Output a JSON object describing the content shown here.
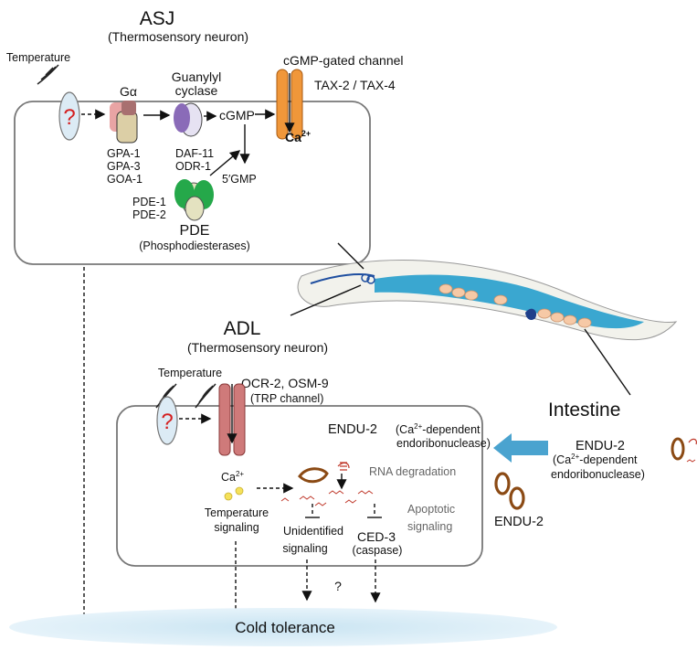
{
  "asj": {
    "title": "ASJ",
    "subtitle": "(Thermosensory neuron)",
    "temperature": "Temperature",
    "question": "?",
    "g_alpha": "Gα",
    "g_proteins": [
      "GPA-1",
      "GPA-3",
      "GOA-1"
    ],
    "guanylyl": [
      "Guanylyl",
      "cyclase"
    ],
    "gc_genes": [
      "DAF-11",
      "ODR-1"
    ],
    "cgmp": "cGMP",
    "five_gmp": "5′GMP",
    "pde_genes": [
      "PDE-1",
      "PDE-2"
    ],
    "pde_title": "PDE",
    "pde_sub": "(Phosphodiesterases)",
    "channel_title": "cGMP-gated channel",
    "channel_genes": "TAX-2 / TAX-4",
    "ca_base": "Ca",
    "ca_sup": "2+"
  },
  "adl": {
    "title": "ADL",
    "subtitle": "(Thermosensory neuron)",
    "temperature": "Temperature",
    "question": "?",
    "trp_genes": "OCR-2, OSM-9",
    "trp_sub": "(TRP channel)",
    "ca_base": "Ca",
    "ca_sup": "2+",
    "endu_name": "ENDU-2",
    "endu_desc_1": "(Ca",
    "endu_desc_sup": "2+",
    "endu_desc_2": "-dependent",
    "endu_desc_3": "endoribonuclease)",
    "rna_degradation": "RNA degradation",
    "apoptotic": [
      "Apoptotic",
      "signaling"
    ],
    "temp_signaling": [
      "Temperature",
      "signaling"
    ],
    "unidentified": [
      "Unidentified",
      "signaling"
    ],
    "ced3": "CED-3",
    "caspase": "(caspase)",
    "question_bottom": "?"
  },
  "intestine": {
    "title": "Intestine",
    "endu_name": "ENDU-2",
    "endu_desc_1": "(Ca",
    "endu_desc_sup": "2+",
    "endu_desc_2": "-dependent",
    "endu_desc_3": "endoribonuclease)",
    "secreted_label": "ENDU-2"
  },
  "outcome": {
    "label": "Cold tolerance"
  },
  "colors": {
    "g_alpha_pink": "#e8a4a4",
    "g_alpha_beige": "#dccfa6",
    "gc_purple": "#8a6bb8",
    "gc_light": "#e6e2f2",
    "channel_orange": "#f0973a",
    "pde_green": "#25a84a",
    "pde_beige": "#e4e2c0",
    "trp_red": "#cf7a7a",
    "ca_yellow": "#f5e15a",
    "endu_brown": "#8b4a14",
    "rna_red": "#c0392b",
    "intestine_arrow": "#4aa3cf",
    "worm_blue": "#3aa7d0",
    "egg_peach": "#f6c9a6",
    "receptor_fill": "#dcebf5",
    "question_red": "#d42020",
    "cold_blue": "#d4e9f4"
  }
}
